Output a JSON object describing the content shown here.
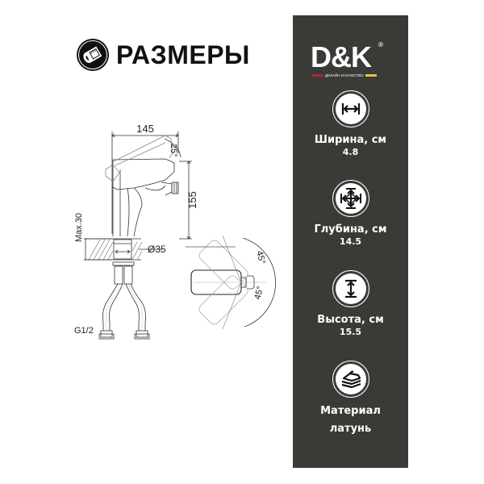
{
  "header": {
    "title": "РАЗМЕРЫ",
    "icon": "tape-measure-icon"
  },
  "drawing": {
    "width_mm": "145",
    "height_mm": "155",
    "angle_top": "25°",
    "max_thickness": "Max.30",
    "hole_diameter": "Ø35",
    "connection": "G1/2",
    "rotation_left": "45°",
    "rotation_right": "45°"
  },
  "brand": {
    "name": "D&K",
    "registered": "®",
    "tagline": "ДИЗАЙН И КАЧЕСТВО",
    "stripe_colors": [
      "#b8262c",
      "#e3c63b"
    ],
    "panel_color": "#3a3a37"
  },
  "specs": [
    {
      "icon": "width-arrows-icon",
      "label": "Ширина, см",
      "value": "4.8"
    },
    {
      "icon": "depth-arrows-icon",
      "label": "Глубина, см",
      "value": "14.5"
    },
    {
      "icon": "height-arrows-icon",
      "label": "Высота, см",
      "value": "15.5"
    },
    {
      "icon": "material-layers-icon",
      "label": "Материал",
      "value": "латунь"
    }
  ]
}
